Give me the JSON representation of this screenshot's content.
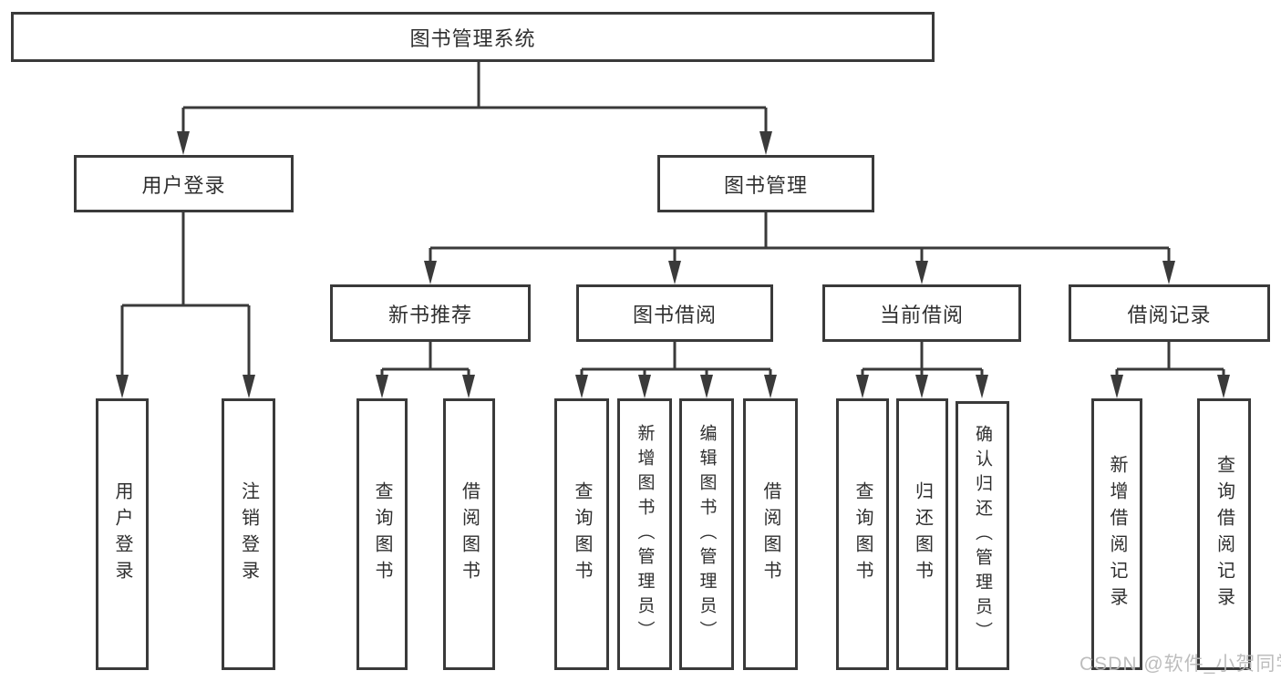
{
  "diagram": {
    "title": "图书管理系统",
    "nodes": {
      "root": {
        "label": "图书管理系统"
      },
      "user_login": {
        "label": "用户登录"
      },
      "book_mgmt": {
        "label": "图书管理"
      },
      "new_book_rec": {
        "label": "新书推荐"
      },
      "book_borrow": {
        "label": "图书借阅"
      },
      "current_borrow": {
        "label": "当前借阅"
      },
      "borrow_record": {
        "label": "借阅记录"
      },
      "ul_login": {
        "label": "用户登录"
      },
      "ul_logout": {
        "label": "注销登录"
      },
      "nb_query": {
        "label": "查询图书"
      },
      "nb_borrow": {
        "label": "借阅图书"
      },
      "bb_query": {
        "label": "查询图书"
      },
      "bb_add": {
        "label": "新增图书（管理员）"
      },
      "bb_edit": {
        "label": "编辑图书（管理员）"
      },
      "bb_borrow": {
        "label": "借阅图书"
      },
      "cb_query": {
        "label": "查询图书"
      },
      "cb_return": {
        "label": "归还图书"
      },
      "cb_confirm": {
        "label": "确认归还（管理员）"
      },
      "br_add": {
        "label": "新增借阅记录"
      },
      "br_query": {
        "label": "查询借阅记录"
      }
    },
    "hierarchy": {
      "图书管理系统": [
        "用户登录",
        "图书管理"
      ],
      "用户登录": [
        "用户登录",
        "注销登录"
      ],
      "图书管理": [
        "新书推荐",
        "图书借阅",
        "当前借阅",
        "借阅记录"
      ],
      "新书推荐": [
        "查询图书",
        "借阅图书"
      ],
      "图书借阅": [
        "查询图书",
        "新增图书（管理员）",
        "编辑图书（管理员）",
        "借阅图书"
      ],
      "当前借阅": [
        "查询图书",
        "归还图书",
        "确认归还（管理员）"
      ],
      "借阅记录": [
        "新增借阅记录",
        "查询借阅记录"
      ]
    }
  },
  "watermark": {
    "text": "CSDN @软件_小贺同学"
  },
  "colors": {
    "line": "#3a3a3a",
    "text": "#2f2f2f",
    "background": "#ffffff",
    "watermark": "#b8b8b8"
  }
}
